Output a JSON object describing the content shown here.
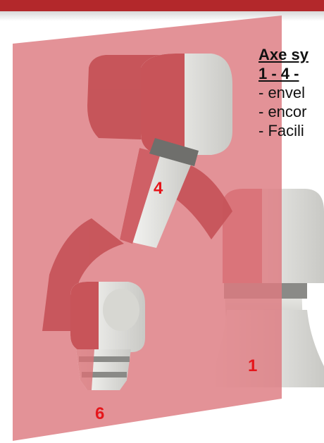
{
  "colors": {
    "banner": "#b3282b",
    "plane": "#dd7a80",
    "joint_label": "#e5161b"
  },
  "text": {
    "title": "Axe sy",
    "subtitle": "1 - 4 -",
    "bullets": [
      "- envel",
      "- encor",
      "- Facili"
    ]
  },
  "joints": {
    "joint_1": "1",
    "joint_4": "4",
    "joint_6": "6"
  }
}
